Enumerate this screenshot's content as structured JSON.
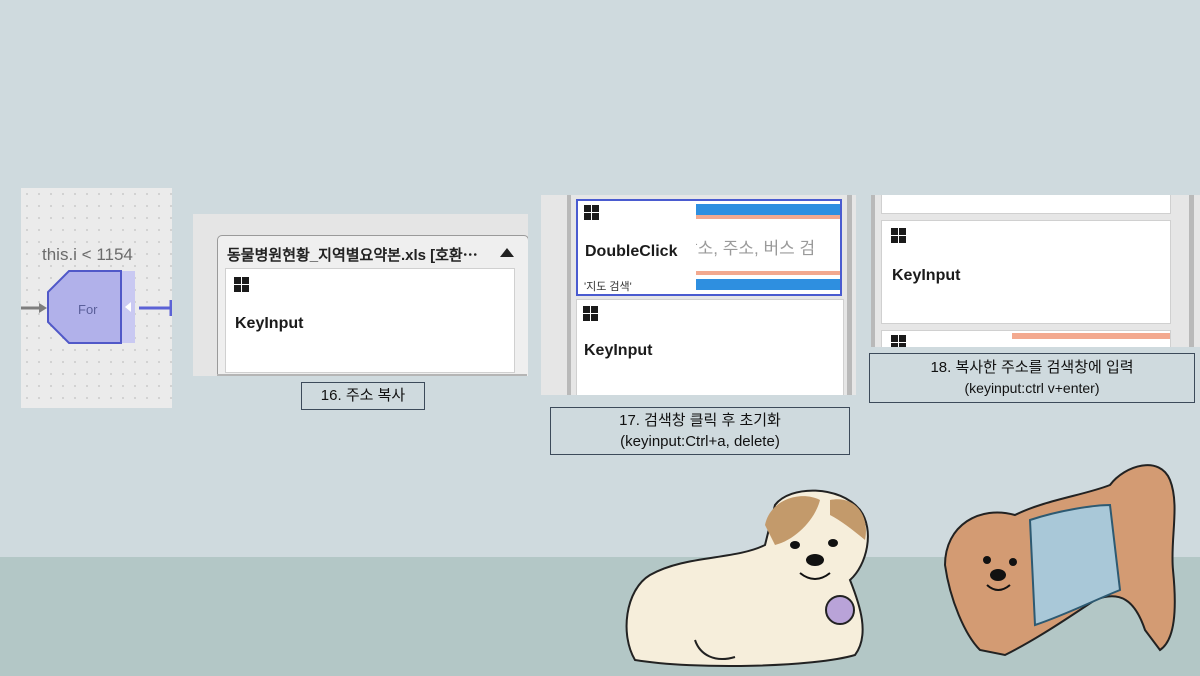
{
  "flow": {
    "condition": "this.i < 1154",
    "node_label": "For"
  },
  "step16": {
    "group_title": "동물병원현황_지역별요약본.xls [호환⋯",
    "command": "KeyInput",
    "caption": "16. 주소 복사"
  },
  "step17": {
    "command1": "DoubleClick",
    "command1_sub": "'지도 검색'",
    "preview_text": "장소, 주소, 버스 검",
    "command2": "KeyInput",
    "caption_line1": "17. 검색창 클릭 후 초기화",
    "caption_line2": "(keyinput:Ctrl+a, delete)"
  },
  "step18": {
    "command": "KeyInput",
    "caption_line1": "18. 복사한 주소를 검색창에 입력",
    "caption_line2": "(keyinput:ctrl v+enter)"
  },
  "colors": {
    "background": "#cfdade",
    "floor": "#b3c7c6",
    "for_node": "#b1b1ea",
    "selection_border": "#4a5bd0",
    "preview_blue": "#2e8fe0",
    "preview_orange": "#f3a98f"
  }
}
